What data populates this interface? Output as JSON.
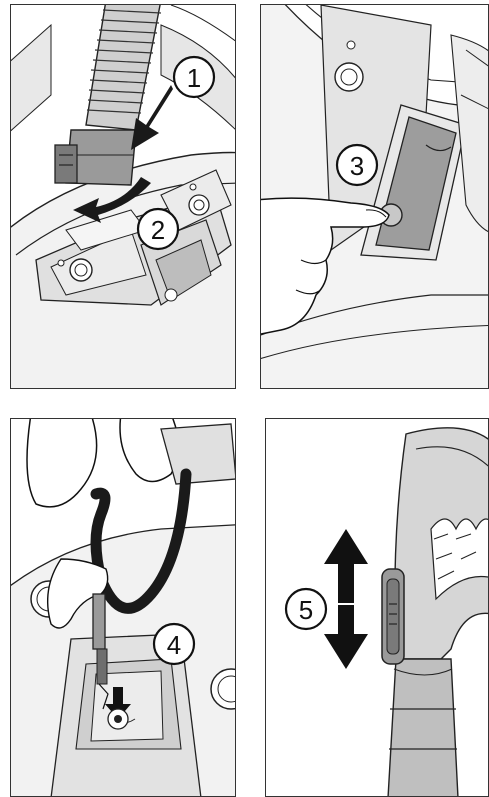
{
  "panels": [
    {
      "step_labels": [
        "1",
        "2"
      ]
    },
    {
      "step_labels": [
        "3"
      ]
    },
    {
      "step_labels": [
        "4"
      ]
    },
    {
      "step_labels": [
        "5"
      ]
    }
  ]
}
